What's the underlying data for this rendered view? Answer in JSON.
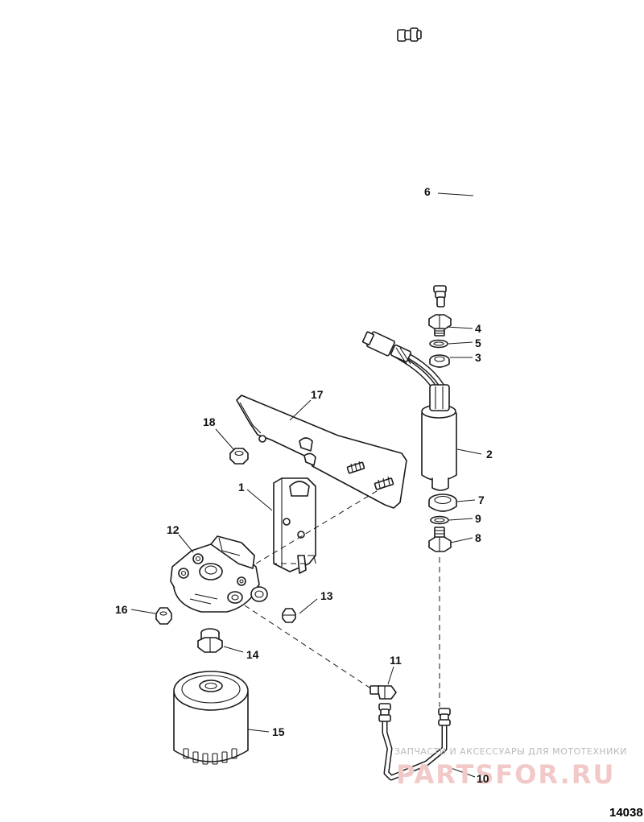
{
  "callouts": {
    "c1": "1",
    "c2": "2",
    "c3": "3",
    "c4": "4",
    "c5": "5",
    "c6": "6",
    "c7": "7",
    "c8": "8",
    "c9": "9",
    "c10": "10",
    "c11": "11",
    "c12": "12",
    "c13": "13",
    "c14": "14",
    "c15": "15",
    "c16": "16",
    "c17": "17",
    "c18": "18"
  },
  "watermark": {
    "tagline": "ЗАПЧАСТИ И АКСЕССУАРЫ ДЛЯ МОТОТЕХНИКИ",
    "brand": "PARTSFOR.RU"
  },
  "figure_number": "14038"
}
